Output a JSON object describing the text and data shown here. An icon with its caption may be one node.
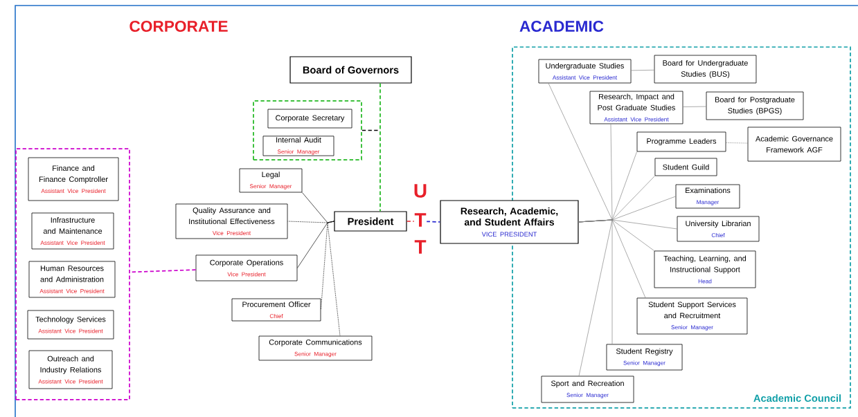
{
  "diagram": {
    "nodes": [
      {
        "text": [
          "Board of Governors"
        ]
      },
      {
        "text": [],
        "shape": "box"
      },
      {
        "text": [
          "Corporate Secretary"
        ],
        "in": 1
      },
      {
        "text": [
          "Internal Audit",
          "Senior Manager"
        ],
        "in": 1
      },
      {
        "text": [
          "Legal",
          "Senior Manager"
        ]
      },
      {
        "text": [
          "Quality Assurance and Institutional Effectiveness",
          "Vice President"
        ]
      },
      {
        "text": [
          "President"
        ]
      },
      {
        "text": [],
        "shape": "box"
      },
      {
        "text": [
          "Finance and Finance Comptroller",
          "Assistant Vice President"
        ],
        "in": 7
      },
      {
        "text": [
          "Infrastructure and Maintenance",
          "Assistant Vice President"
        ],
        "in": 7
      },
      {
        "text": [
          "Human Resources and Administration",
          "Assistant Vice President"
        ],
        "in": 7
      },
      {
        "text": [
          "Technology Services",
          "Assistant Vice President"
        ],
        "in": 7
      },
      {
        "text": [
          "Outreach and Industry Relations",
          "Assistant Vice President"
        ],
        "in": 7
      },
      {
        "text": [
          "Corporate Operations",
          "Vice President"
        ]
      },
      {
        "text": [
          "Procurement Officer",
          "Chief"
        ]
      },
      {
        "text": [
          "Corporate Communications",
          "Senior Manager"
        ]
      },
      {
        "text": [
          "Academic Council"
        ]
      },
      {
        "text": [
          "Research, Academic, and Student Affairs",
          "VICE PRESIDENT"
        ]
      },
      {
        "text": [
          "Undergraduate Studies",
          "Assistant Vice President"
        ],
        "in": 16
      },
      {
        "text": [
          "Board for Undergraduate Studies (BUS)"
        ],
        "in": 16
      },
      {
        "text": [
          "Research, Impact and Post Graduate Studies",
          "Assistant Vice President"
        ],
        "in": 16
      },
      {
        "text": [
          "Board for Postgraduate Studies (BPGS)"
        ],
        "in": 16
      },
      {
        "text": [
          "Programme Leaders"
        ],
        "in": 16
      },
      {
        "text": [
          "Academic Governance Framework AGF"
        ],
        "in": 16
      },
      {
        "text": [
          "Student Guild"
        ],
        "in": 16
      },
      {
        "text": [
          "Examinations",
          "Manager"
        ],
        "in": 16
      },
      {
        "text": [
          "University Librarian",
          "Chief"
        ],
        "in": 16
      },
      {
        "text": [
          "Teaching, Learning, and Instructional Support",
          "Head"
        ],
        "in": 16
      },
      {
        "text": [
          "Student Support Services and Recruitment",
          "Senior Manager"
        ],
        "in": 16
      },
      {
        "text": [
          "Student Registry",
          "Senior Manager"
        ],
        "in": 16
      },
      {
        "text": [
          "Sport and Recreation",
          "Senior Manager"
        ],
        "in": 16
      }
    ],
    "edges": [
      {
        "from": 0,
        "to": 6,
        "arrow": "none",
        "style": "dashed",
        "color": "#22b822"
      },
      {
        "from": 1,
        "to": null,
        "arrow": "none",
        "style": "dashed",
        "color": "#000000"
      },
      {
        "from": 6,
        "to": 4,
        "arrow": "none",
        "color": "#000000"
      },
      {
        "from": 6,
        "to": 5,
        "arrow": "none",
        "style": "dashed",
        "color": "#000000"
      },
      {
        "from": 6,
        "to": 13,
        "arrow": "none",
        "color": "#000000"
      },
      {
        "from": 6,
        "to": 14,
        "arrow": "none",
        "style": "dashed",
        "color": "#000000"
      },
      {
        "from": 6,
        "to": 15,
        "arrow": "none",
        "style": "dashed",
        "color": "#000000"
      },
      {
        "from": 13,
        "to": 7,
        "arrow": "none",
        "style": "dashed",
        "color": "#cc00cc"
      },
      {
        "from": 6,
        "to": 17,
        "arrow": "none",
        "style": "dashed"
      },
      {
        "from": 17,
        "to": 18,
        "arrow": "none"
      },
      {
        "from": 17,
        "to": 20,
        "arrow": "none"
      },
      {
        "from": 17,
        "to": 22,
        "arrow": "none"
      },
      {
        "from": 17,
        "to": 24,
        "arrow": "none"
      },
      {
        "from": 17,
        "to": 25,
        "arrow": "none"
      },
      {
        "from": 17,
        "to": 26,
        "arrow": "none"
      },
      {
        "from": 17,
        "to": 27,
        "arrow": "none"
      },
      {
        "from": 17,
        "to": 28,
        "arrow": "none"
      },
      {
        "from": 17,
        "to": 29,
        "arrow": "none"
      },
      {
        "from": 17,
        "to": 30,
        "arrow": "none"
      },
      {
        "from": 18,
        "to": 19,
        "arrow": "none"
      },
      {
        "from": 20,
        "to": 21,
        "arrow": "none"
      },
      {
        "from": 22,
        "to": 23,
        "arrow": "none",
        "style": "dashed"
      }
    ],
    "labels": [
      "CORPORATE",
      "ACADEMIC",
      "U",
      "T",
      "T"
    ]
  }
}
